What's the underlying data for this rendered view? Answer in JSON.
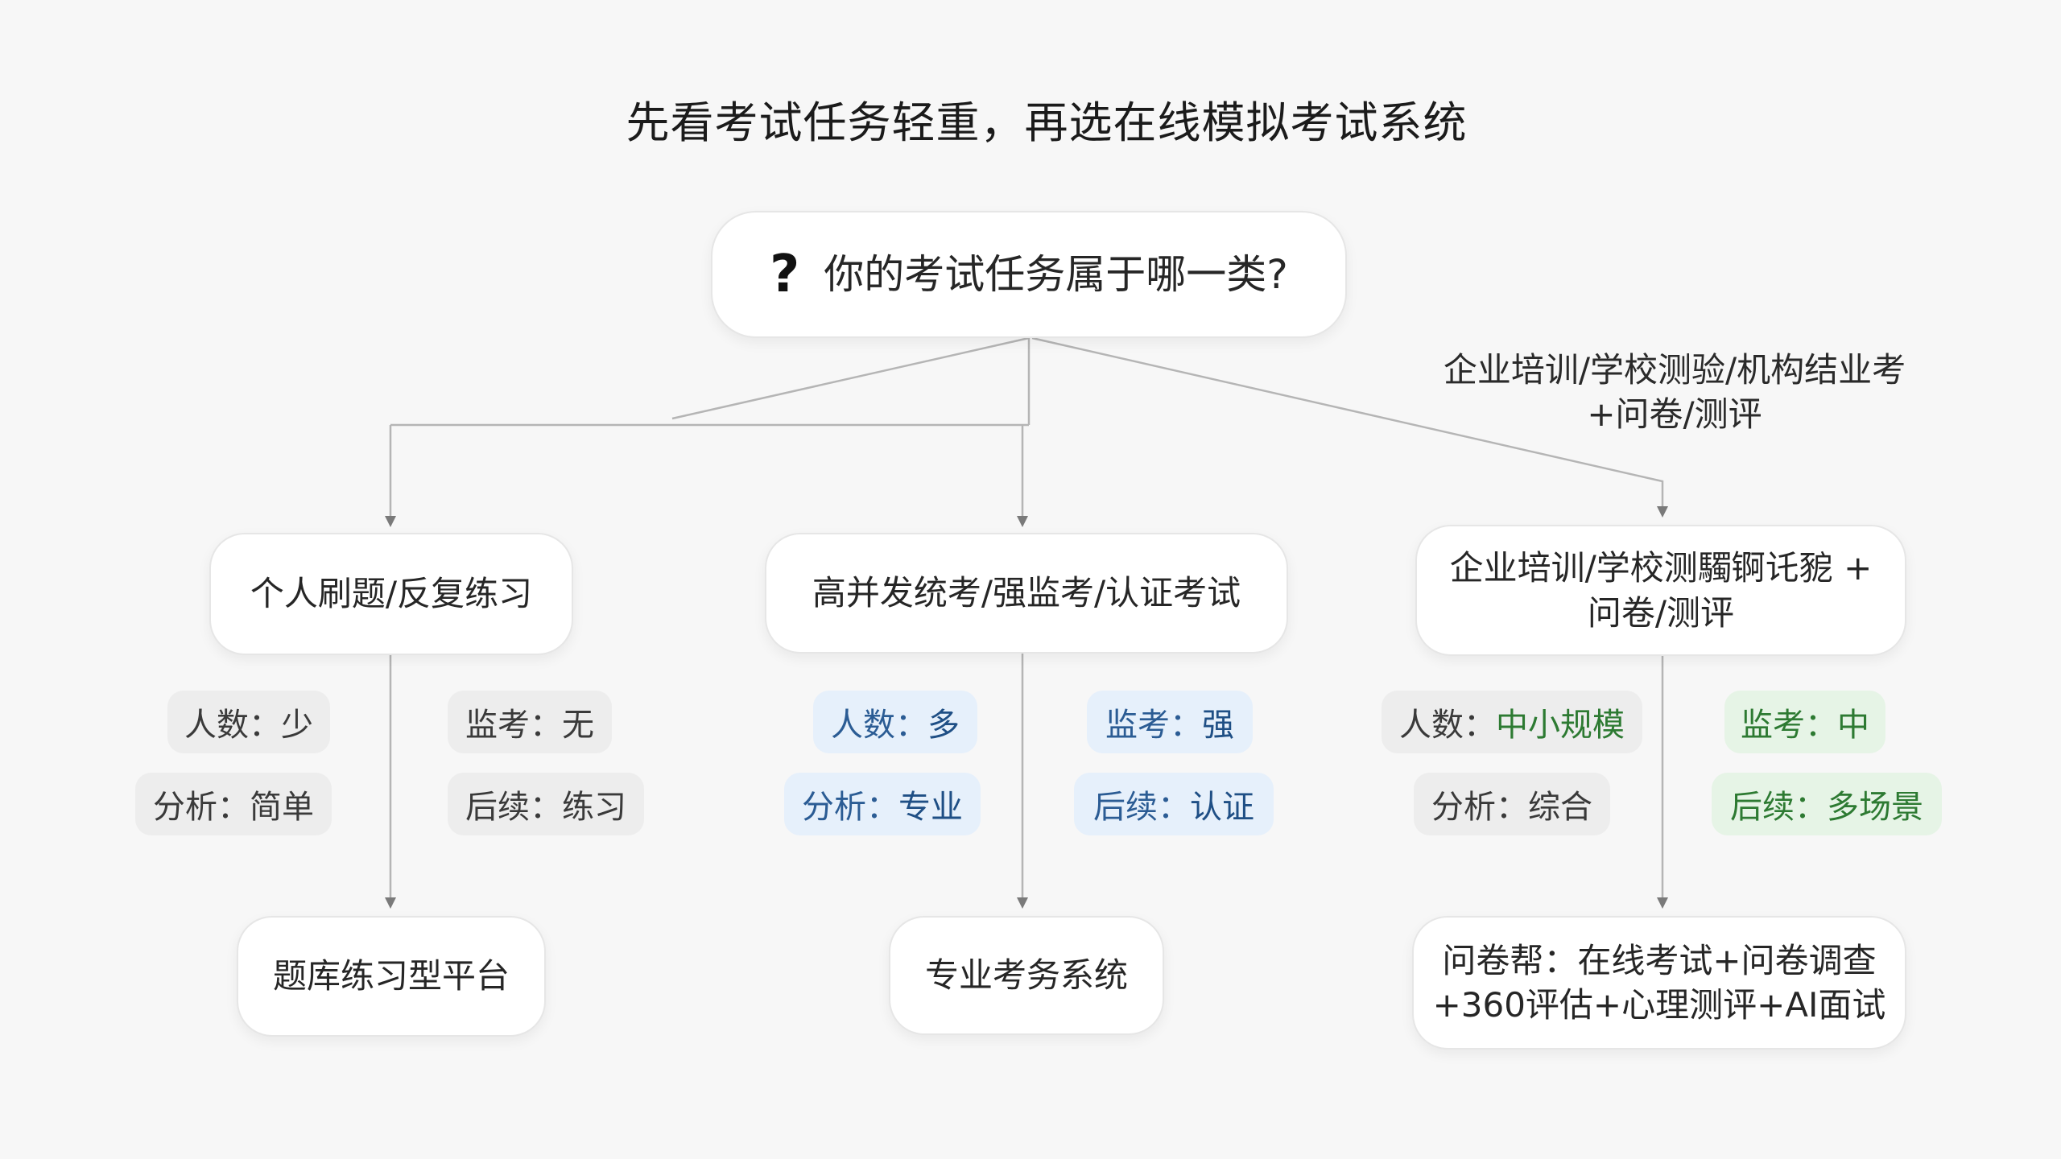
{
  "title": "先看考试任务轻重，再选在线模拟考试系统",
  "question": {
    "icon": "?",
    "text": "你的考试任务属于哪一类?"
  },
  "branch_note": [
    "企业培训/学校测验/机构结业考",
    "+问卷/测评"
  ],
  "categories": [
    {
      "label": "个人刷题/反复练习",
      "tags": {
        "people": {
          "key": "人数：",
          "value": "少"
        },
        "proctor": {
          "key": "监考：",
          "value": "无"
        },
        "analysis": {
          "key": "分析：",
          "value": "简单"
        },
        "followup": {
          "key": "后续：",
          "value": "练习"
        }
      },
      "result": "题库练习型平台"
    },
    {
      "label": "高并发统考/强监考/认证考试",
      "tags": {
        "people": {
          "key": "人数：",
          "value": "多"
        },
        "proctor": {
          "key": "监考：",
          "value": "强"
        },
        "analysis": {
          "key": "分析：",
          "value": "专业"
        },
        "followup": {
          "key": "后续：",
          "value": "认证"
        }
      },
      "result": "专业考务系统"
    },
    {
      "label": [
        "企业培训/学校测䮷锕讬豟 +",
        "问卷/测评"
      ],
      "tags": {
        "people": {
          "key": "人数：",
          "value": "中小规模"
        },
        "proctor": {
          "key": "监考：",
          "value": "中"
        },
        "analysis": {
          "key": "分析：",
          "value": "综合"
        },
        "followup": {
          "key": "后续：",
          "value": "多场景"
        }
      },
      "result": [
        "问卷帮：在线考试+问卷调查",
        "+360评估+心理测评+AI面试"
      ]
    }
  ],
  "colors": {
    "background": "#f7f7f7",
    "connector": "#b5b5b5",
    "arrow": "#7a7a7a",
    "tag_gray": "#ededed",
    "tag_blue_bg": "#e6f0fb",
    "tag_blue_text": "#1f4f85",
    "tag_green_bg": "#e6f4e6",
    "tag_green_text": "#2d7a32"
  }
}
